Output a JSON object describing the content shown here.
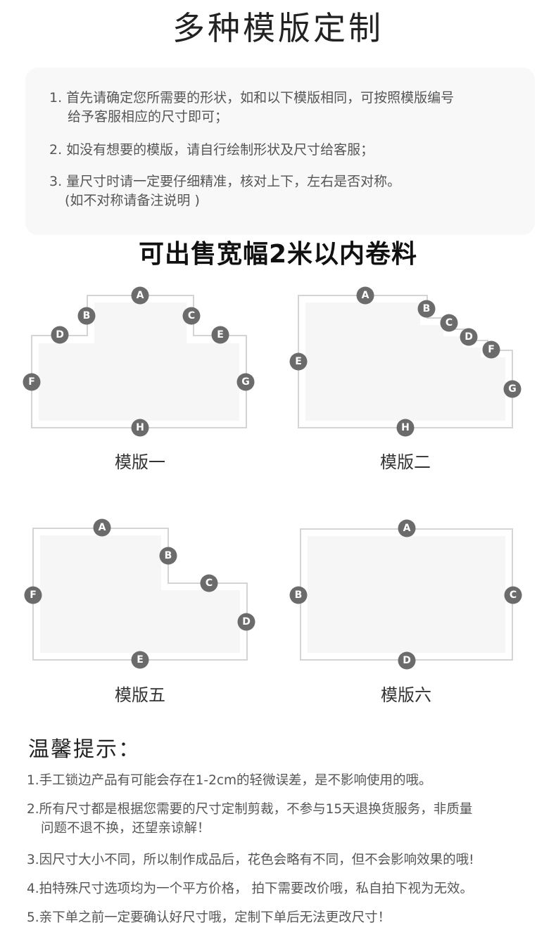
{
  "title": "多种模版定制",
  "steps": {
    "s1_line1": "1. 首先请确定您所需要的形状，如和以下模版相同，可按照模版编号",
    "s1_line2": "给予客服相应的尺寸即可；",
    "s2": "2. 如没有想要的模版，请自行绘制形状及尺寸给客服；",
    "s3_line1": "3. 量尺寸时请一定要仔细精准，核对上下，左右是否对称。",
    "s3_line2": "(如不对称请备注说明 )"
  },
  "subtitle": "可出售宽幅2米以内卷料",
  "colors": {
    "marker_fill": "#6b6b6b",
    "marker_text": "#ffffff",
    "outline": "#d4d4d4",
    "shape_fill": "#f6f6f6"
  },
  "templates": {
    "t1": {
      "label": "模版一",
      "markers": [
        "A",
        "B",
        "C",
        "D",
        "E",
        "F",
        "G",
        "H"
      ]
    },
    "t2": {
      "label": "模版二",
      "markers": [
        "A",
        "B",
        "C",
        "D",
        "F",
        "E",
        "G",
        "H"
      ]
    },
    "t5": {
      "label": "模版五",
      "markers": [
        "A",
        "B",
        "C",
        "F",
        "D",
        "E"
      ]
    },
    "t6": {
      "label": "模版六",
      "markers": [
        "A",
        "B",
        "C",
        "D"
      ]
    }
  },
  "tips": {
    "title": "温馨提示：",
    "t1": "1.手工锁边产品有可能会存在1-2cm的轻微误差，是不影响使用的哦。",
    "t2_line1": "2.所有尺寸都是根据您需要的尺寸定制剪裁，不参与15天退换货服务，非质量",
    "t2_line2": "问题不退不换，还望亲谅解！",
    "t3": "3.因尺寸大小不同，所以制作成品后，花色会略有不同，但不会影响效果的哦!",
    "t4": "4.拍特殊尺寸选项均为一个平方价格， 拍下需要改价哦，私自拍下视为无效。",
    "t5": "5.亲下单之前一定要确认好尺寸哦，定制下单后无法更改尺寸！"
  }
}
